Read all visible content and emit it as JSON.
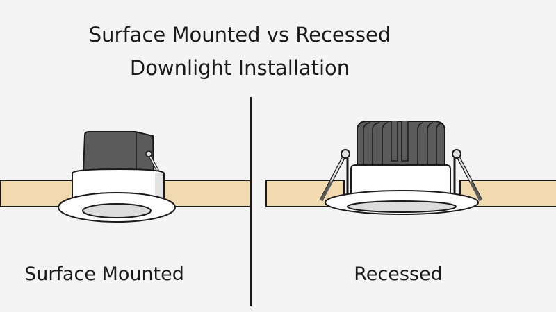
{
  "title": {
    "line1": "Surface Mounted vs Recessed",
    "line2": "Downlight Installation"
  },
  "panels": [
    {
      "label": "Surface Mounted"
    },
    {
      "label": "Recessed"
    }
  ],
  "colors": {
    "background": "#f4f4f4",
    "ceiling": "#f1d9b0",
    "housing": "#5b5b5b",
    "trim": "#ffffff",
    "outline": "#1a1a1a"
  }
}
